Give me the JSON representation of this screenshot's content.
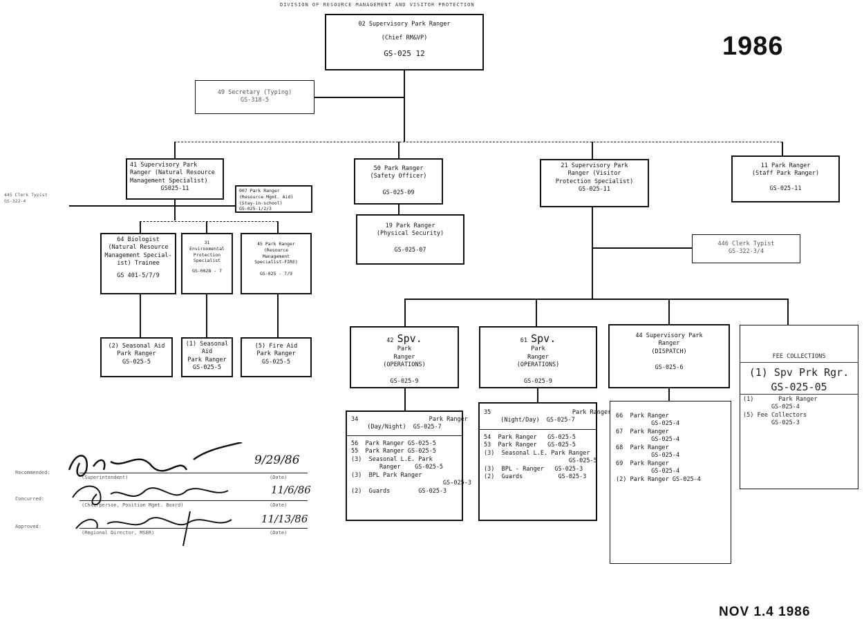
{
  "header": "DIVISION OF RESOURCE MANAGEMENT AND VISITOR PROTECTION",
  "year": "1986",
  "date_stamp": "NOV 1.4 1986",
  "boxes": {
    "chief": {
      "l1": "02   Supervisory Park Ranger",
      "l2": "(Chief RM&VP)",
      "l3": "GS-025 12"
    },
    "secretary": {
      "l1": "49  Secretary (Typing)",
      "l2": "GS-318-5"
    },
    "clerk_left": {
      "l1": "445  Clerk Typist",
      "l2": "GS-322-4"
    },
    "nat_res": {
      "l1": "41  Supervisory Park\nRanger (Natural Resource\nManagement Specialist)",
      "l2": "GS025-11"
    },
    "stay_school": {
      "l1": "907  Park Ranger\n(Resource Mgmt. Aid)\n(Stay-in-school)",
      "l2": "GS-025-1/2/3"
    },
    "safety": {
      "l1": "50  Park Ranger\n(Safety Officer)",
      "l2": "GS-025-09"
    },
    "physical": {
      "l1": "19  Park Ranger\n(Physical Security)",
      "l2": "GS-025-07"
    },
    "visitor": {
      "l1": "21  Supervisory Park\nRanger (Visitor\nProtection Specialist)",
      "l2": "GS-025-11"
    },
    "staff": {
      "l1": "11    Park Ranger\n(Staff Park Ranger)",
      "l2": "GS-025-11"
    },
    "clerk_right": {
      "l1": "446  Clerk Typist",
      "l2": "GS-322-3/4"
    },
    "biologist": {
      "l1": "64  Biologist\n(Natural Resource\nManagement Special-\nist) Trainee",
      "l2": "GS 401-5/7/9"
    },
    "env": {
      "l1": "31\nEnvironmental\nProtection\nSpecialist",
      "l2": "GS-0028 - 7"
    },
    "fire": {
      "l1": "45  Park Ranger\n(Resource\nManagement\nSpecialist-FIRE)",
      "l2": "GS-025 - 7/9"
    },
    "seasonal1": {
      "l1": "(2) Seasonal Aid\nPark Ranger",
      "l2": "GS-025-5"
    },
    "seasonal2": {
      "l1": "(1) Seasonal\nAid\nPark Ranger",
      "l2": "GS-025-5"
    },
    "fireaid": {
      "l1": "(5)   Fire Aid\nPark Ranger",
      "l2": "GS-025-5"
    },
    "ops42": {
      "num": "42",
      "l1": "Spv.",
      "l2": "Park\nRanger\n(OPERATIONS)",
      "l3": "GS-025-9"
    },
    "ops61": {
      "num": "61",
      "l1": "Spv.",
      "l2": "Park\nRanger\n(OPERATIONS)",
      "l3": "GS-025-9"
    },
    "dispatch": {
      "l1": "44  Supervisory Park\nRanger\n(DISPATCH)",
      "l2": "GS-025-6"
    },
    "fee": {
      "l1": "FEE  COLLECTIONS",
      "l2": "(1) Spv Prk Rgr.",
      "l3": "GS-025-05"
    },
    "list42": {
      "head1": "34                    Park Ranger",
      "head2": "(Day/Night)  GS-025-7",
      "rows": [
        "56  Park Ranger GS-025-5",
        "55  Park Ranger GS-025-5",
        "",
        "(3)  Seasonal L.E. Park",
        "        Ranger    GS-025-5",
        "(3)  BPL Park Ranger",
        "                          GS-025-3",
        "(2)  Guards        GS-025-3"
      ]
    },
    "list61": {
      "head1": "35                       Park Ranger",
      "head2": "(Night/Day)  GS-025-7",
      "rows": [
        "54  Park Ranger   GS-025-5",
        "53  Park Ranger   GS-025-5",
        "",
        "(3)  Seasonal L.E. Park Ranger",
        "                        GS-025-5",
        "(3)  BPL - Ranger   GS-025-3",
        "",
        "(2)  Guards          GS-025-3"
      ]
    },
    "list44": {
      "rows": [
        "66  Park Ranger",
        "          GS-025-4",
        "",
        "67  Park Ranger",
        "          GS-025-4",
        "",
        "68  Park Ranger",
        "          GS-025-4",
        "",
        "69  Park Ranger",
        "          GS-025-4",
        "",
        "",
        "",
        "(2) Park Ranger GS-025-4"
      ]
    },
    "listfee": {
      "rows": [
        "(1)       Park Ranger",
        "        GS-025-4",
        "",
        "(5) Fee Collectors",
        "        GS-025-3"
      ]
    }
  },
  "signatures": {
    "recommended": {
      "label": "Recommended:",
      "role": "(Superintendent)",
      "date": "9/29/86",
      "date_label": "(Date)"
    },
    "concurred": {
      "label": "Concurred:",
      "role": "(Chairperson, Position Mgmt. Board)",
      "date": "11/6/86",
      "date_label": "(Date)"
    },
    "approved": {
      "label": "Approved:",
      "role": "(Regional Director, MSER)",
      "date": "11/13/86",
      "date_label": "(Date)"
    }
  }
}
